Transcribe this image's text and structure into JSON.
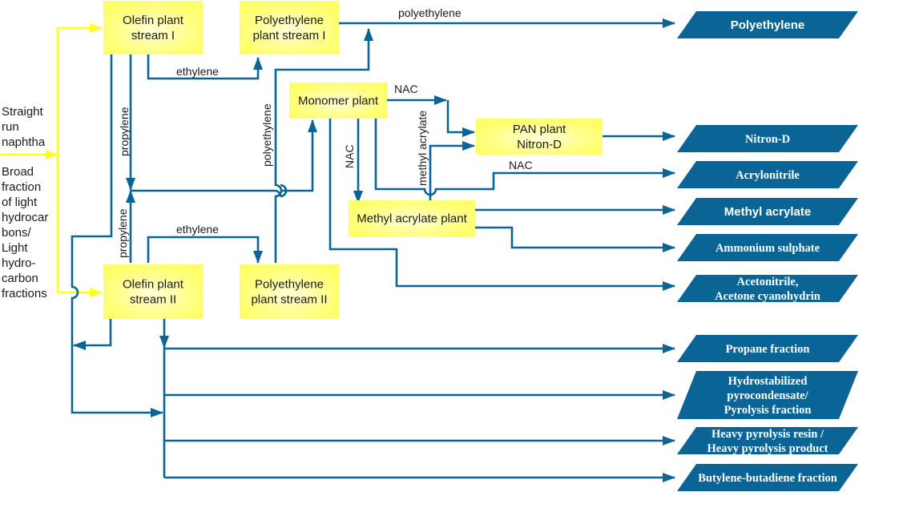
{
  "colors": {
    "plant_fill": "#ffff66",
    "plant_glow": "#ffffd8",
    "flow_line": "#0b6496",
    "feed_line": "#ffff22",
    "product_fill": "#0b6496",
    "product_text": "#ffffff"
  },
  "inputs": [
    {
      "id": "naphtha",
      "lines": [
        "Straight",
        "run",
        "naphtha"
      ]
    },
    {
      "id": "light-hc",
      "lines": [
        "Broad",
        "fraction",
        "of light",
        "hydrocar",
        "bons/",
        "Light",
        "hydro-",
        "carbon",
        "fractions"
      ]
    }
  ],
  "plants": [
    {
      "id": "olefin-1",
      "lines": [
        "Olefin plant",
        "stream I"
      ]
    },
    {
      "id": "pe-1",
      "lines": [
        "Polyethylene",
        "plant stream I"
      ]
    },
    {
      "id": "monomer",
      "lines": [
        "Monomer plant"
      ]
    },
    {
      "id": "pan",
      "lines": [
        "PAN plant",
        "Nitron-D"
      ]
    },
    {
      "id": "methyl-acrylate",
      "lines": [
        "Methyl acrylate plant"
      ]
    },
    {
      "id": "olefin-2",
      "lines": [
        "Olefin plant",
        "stream II"
      ]
    },
    {
      "id": "pe-2",
      "lines": [
        "Polyethylene",
        "plant stream II"
      ]
    }
  ],
  "flow_labels": {
    "ethylene_1": "ethylene",
    "ethylene_2": "ethylene",
    "propylene_1": "propylene",
    "propylene_2": "propylene",
    "polyethylene_top": "polyethylene",
    "polyethylene_vertical": "polyethylene",
    "nac_top": "NAC",
    "nac_vertical": "NAC",
    "nac_lower": "NAC",
    "methyl_acrylate_vertical": "methyl acrylate"
  },
  "products": [
    {
      "id": "polyethylene",
      "lines": [
        "Polyethylene"
      ],
      "font": "sans"
    },
    {
      "id": "nitron-d",
      "lines": [
        "Nitron-D"
      ],
      "font": "serif"
    },
    {
      "id": "acrylonitrile",
      "lines": [
        "Acrylonitrile"
      ],
      "font": "serif"
    },
    {
      "id": "methyl-acrylate",
      "lines": [
        "Methyl acrylate"
      ],
      "font": "sans"
    },
    {
      "id": "ammonium-sulphate",
      "lines": [
        "Ammonium sulphate"
      ],
      "font": "serif"
    },
    {
      "id": "acetonitrile",
      "lines": [
        "Acetonitrile,",
        "Acetone cyanohydrin"
      ],
      "font": "serif"
    },
    {
      "id": "propane-fraction",
      "lines": [
        "Propane fraction"
      ],
      "font": "serif"
    },
    {
      "id": "hydrostabilized",
      "lines": [
        "Hydrostabilized",
        "pyrocondensate/",
        "Pyrolysis fraction"
      ],
      "font": "serif"
    },
    {
      "id": "heavy-pyrolysis",
      "lines": [
        "Heavy pyrolysis resin /",
        "Heavy pyrolysis product"
      ],
      "font": "serif"
    },
    {
      "id": "butylene-butadiene",
      "lines": [
        "Butylene-butadiene fraction"
      ],
      "font": "serif"
    }
  ]
}
